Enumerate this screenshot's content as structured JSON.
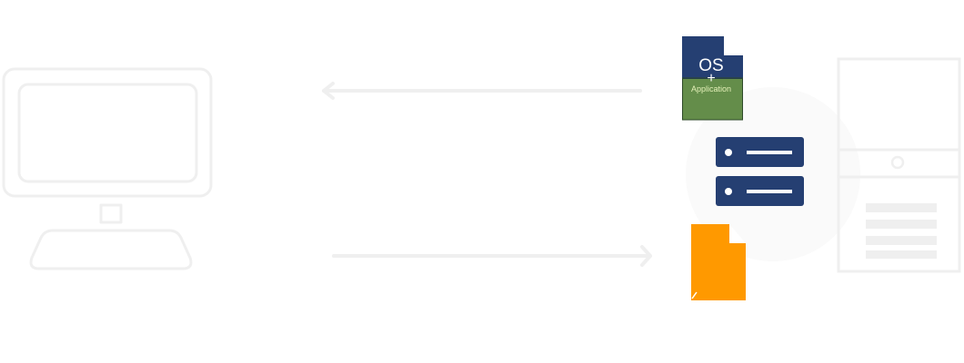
{
  "diagram": {
    "image_file": {
      "os_label": "OS",
      "plus_label": "+",
      "app_label": "Application",
      "top_color": "#253f72",
      "bottom_color": "#648d4a"
    },
    "server_stack": {
      "color": "#253f72",
      "units": 2
    },
    "data_file": {
      "color": "#ff9900"
    },
    "client_icon": "desktop-computer-icon",
    "server_icon": "tower-server-icon",
    "outline_color": "#efefef",
    "arrows": [
      {
        "direction": "to-client"
      },
      {
        "direction": "to-server"
      }
    ]
  }
}
